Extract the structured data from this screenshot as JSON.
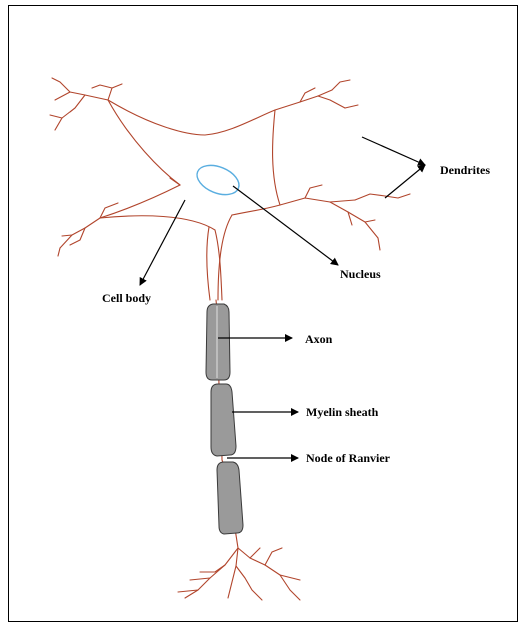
{
  "labels": {
    "dendrites": "Dendrites",
    "nucleus": "Nucleus",
    "cell_body": "Cell body",
    "axon": "Axon",
    "myelin_sheath": "Myelin sheath",
    "node_of_ranvier": "Node of Ranvier"
  },
  "colors": {
    "neuron_line": "#b1452c",
    "nucleus_outline": "#5aaee0",
    "myelin_fill": "#9a9a9a",
    "arrow": "#000000"
  }
}
